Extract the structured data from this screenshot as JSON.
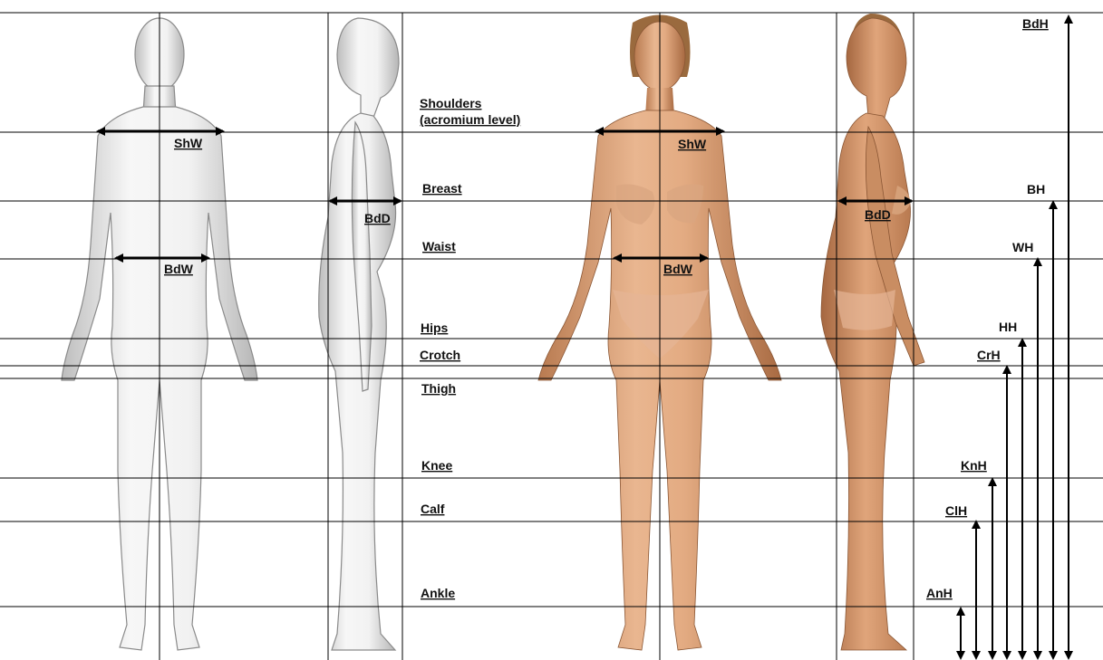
{
  "levels": {
    "shoulders_line1": "Shoulders",
    "shoulders_line2": "(acromium level)",
    "breast": "Breast",
    "waist": "Waist",
    "hips": "Hips",
    "crotch": "Crotch",
    "thigh": "Thigh",
    "knee": "Knee",
    "calf": "Calf",
    "ankle": "Ankle"
  },
  "measures": {
    "shoulder_width": "ShW",
    "body_depth": "BdD",
    "body_width": "BdW",
    "body_height": "BdH",
    "breast_height": "BH",
    "waist_height": "WH",
    "hip_height": "HH",
    "crotch_height": "CrH",
    "knee_height": "KnH",
    "calf_height": "ClH",
    "ankle_height": "AnH"
  },
  "colors": {
    "grey_body": "#eeeeee",
    "grey_outline": "#8a8a8a",
    "skin_light": "#e8b58f",
    "skin_dark": "#b8794f",
    "hair": "#9a6a3e",
    "lines": "#000000"
  }
}
